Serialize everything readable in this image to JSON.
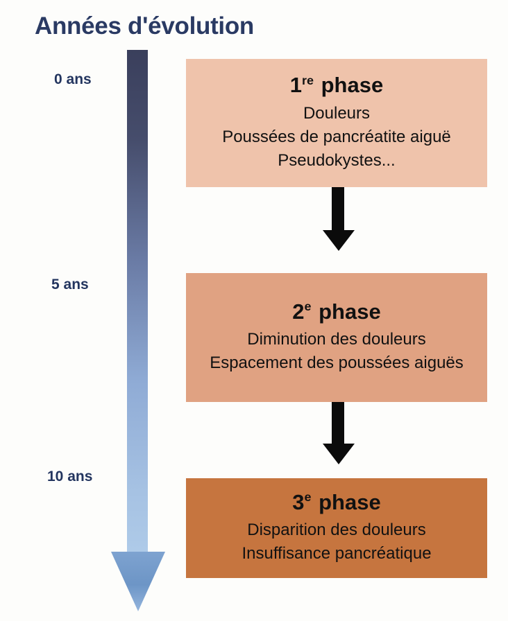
{
  "page": {
    "title": "Années d'évolution",
    "background_color": "#fdfdfb",
    "title_color": "#2a3a63"
  },
  "timeline": {
    "name": "years-of-evolution-arrow",
    "direction": "downward",
    "gradient_start_color": "#3a3f5c",
    "gradient_end_color": "#a9c5e5",
    "labels": [
      {
        "id": "year-0",
        "text": "0 ans"
      },
      {
        "id": "year-5",
        "text": "5 ans"
      },
      {
        "id": "year-10",
        "text": "10 ans"
      }
    ]
  },
  "phases": [
    {
      "id": "phase-1",
      "ordinal_number": "1",
      "ordinal_suffix": "re",
      "heading_word": "phase",
      "fill_color": "#efc3ab",
      "year_marker": "0 ans",
      "lines": [
        "Douleurs",
        "Poussées de pancréatite aiguë",
        "Pseudokystes..."
      ]
    },
    {
      "id": "phase-2",
      "ordinal_number": "2",
      "ordinal_suffix": "e",
      "heading_word": "phase",
      "fill_color": "#e0a282",
      "year_marker": "5 ans",
      "lines": [
        "Diminution des douleurs",
        "Espacement des poussées aiguës"
      ]
    },
    {
      "id": "phase-3",
      "ordinal_number": "3",
      "ordinal_suffix": "e",
      "heading_word": "phase",
      "fill_color": "#c6753f",
      "year_marker": "10 ans",
      "lines": [
        "Disparition des douleurs",
        "Insuffisance pancréatique"
      ]
    }
  ],
  "connectors": [
    {
      "id": "connector-1",
      "from": "phase-1",
      "to": "phase-2",
      "color": "#0b0b0b",
      "shape": "down-arrow"
    },
    {
      "id": "connector-2",
      "from": "phase-2",
      "to": "phase-3",
      "color": "#0b0b0b",
      "shape": "down-arrow"
    }
  ]
}
